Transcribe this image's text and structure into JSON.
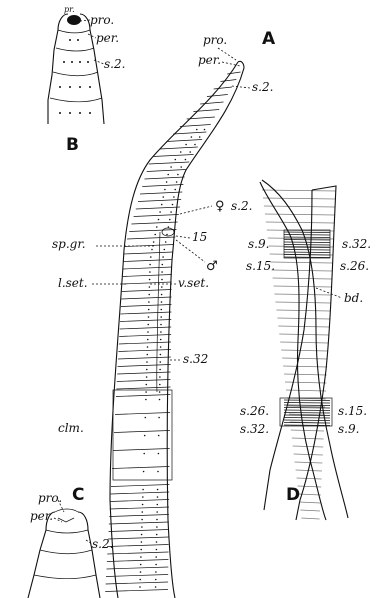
{
  "panels": {
    "A": "A",
    "B": "B",
    "C": "C",
    "D": "D"
  },
  "panel_A": {
    "pro": "pro.",
    "per": "per.",
    "s2": "s.2.",
    "female_symbol": "♀",
    "female_seg": "s.2.",
    "seg15": "15",
    "male_symbol": "♂",
    "sp_gr": "sp.gr.",
    "l_set": "l.set.",
    "v_set": "v.set.",
    "s32": "s.32",
    "clm": "clm."
  },
  "panel_B": {
    "pr": "pr.",
    "pro": "pro.",
    "per": "per.",
    "s2": "s.2."
  },
  "panel_C": {
    "pro": "pro.",
    "per": "per.",
    "s2": "s.2."
  },
  "panel_D": {
    "s9_left": "s.9.",
    "s15_left": "s.15.",
    "s32_right": "s.32.",
    "s26_right": "s.26.",
    "bd": "bd.",
    "s26_left": "s.26.",
    "s32_left": "s.32.",
    "s15_right": "s.15.",
    "s9_right": "s.9."
  }
}
